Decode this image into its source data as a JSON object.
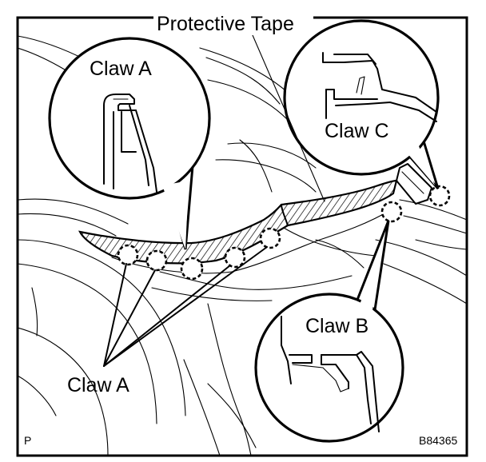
{
  "labels": {
    "protective_tape": "Protective Tape",
    "claw_a_inset": "Claw A",
    "claw_c_inset": "Claw C",
    "claw_b_inset": "Claw B",
    "claw_a_callout": "Claw A",
    "corner_mark": "P",
    "figure_code": "B84365"
  }
}
